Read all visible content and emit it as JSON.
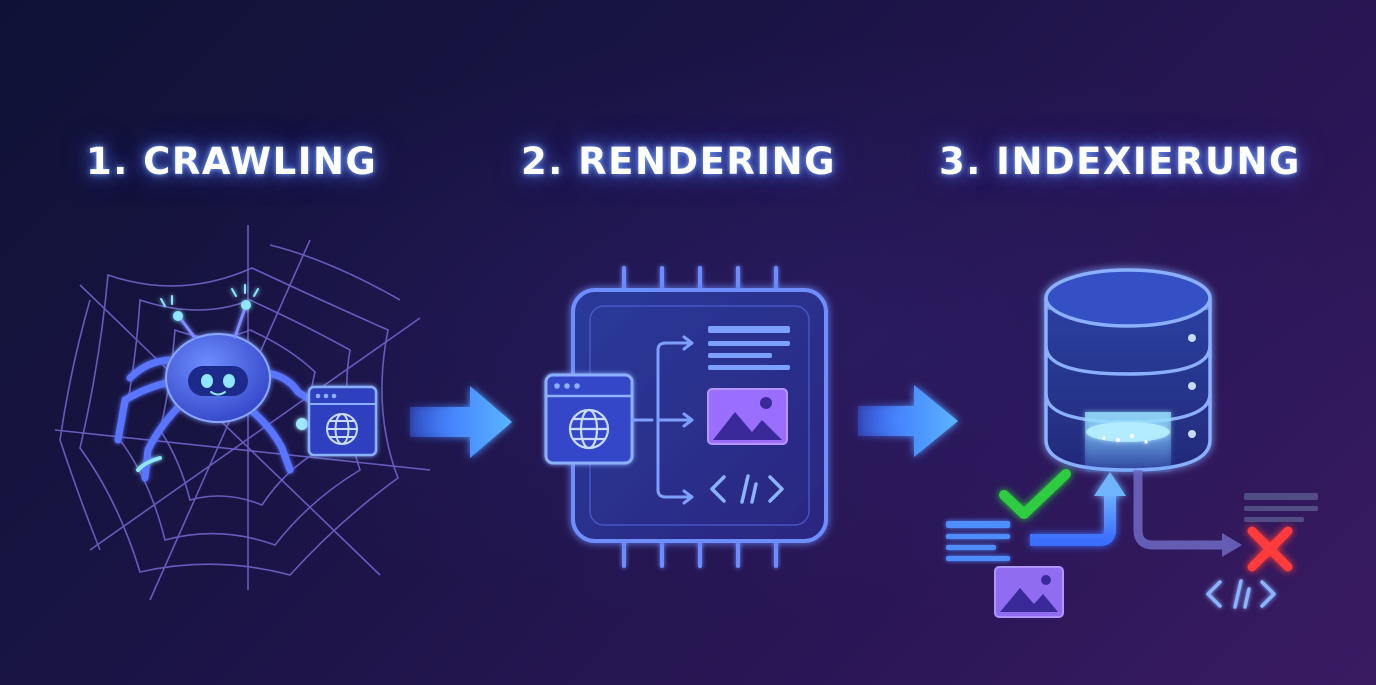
{
  "steps": [
    {
      "label": "1. CRAWLING",
      "icon": "spider-robot-icon"
    },
    {
      "label": "2. RENDERING",
      "icon": "render-chip-icon"
    },
    {
      "label": "3. INDEXIERUNG",
      "icon": "database-icon"
    }
  ],
  "colors": {
    "glow_blue": "#4f8dff",
    "line_purple": "#8b6cff",
    "accept_green": "#2ecc40",
    "reject_red": "#ff3b3b"
  }
}
